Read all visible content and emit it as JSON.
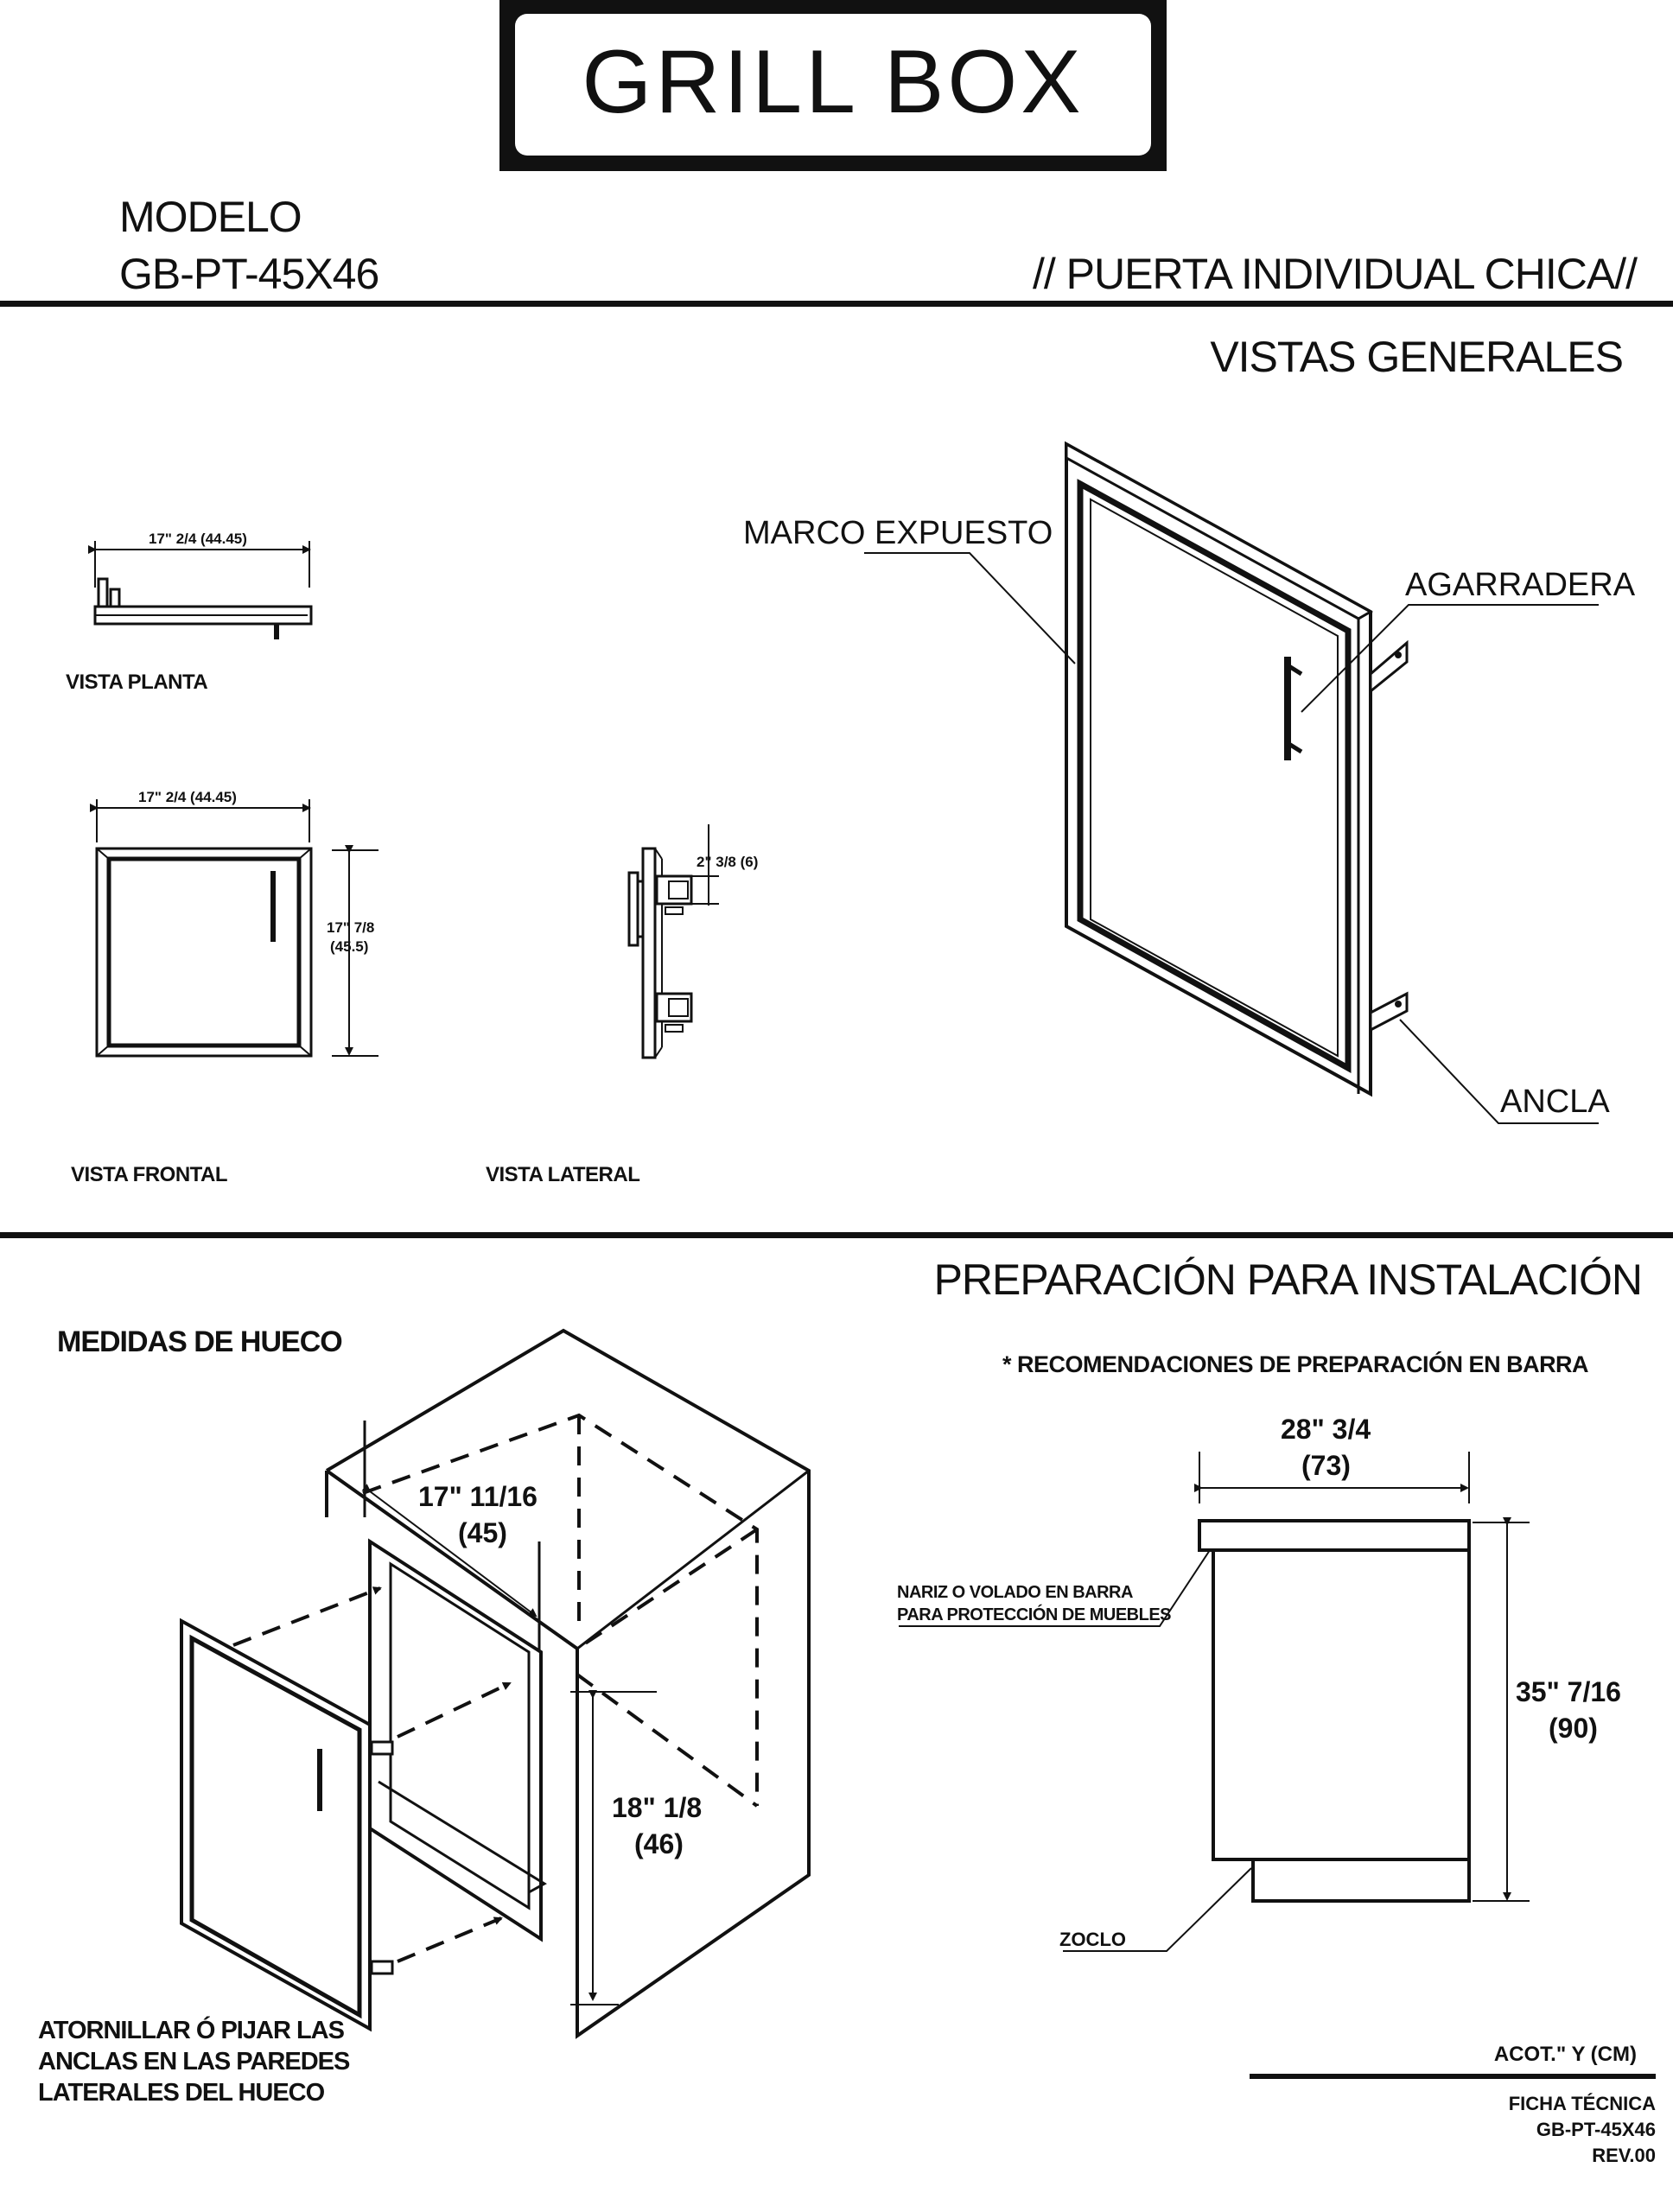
{
  "logo": {
    "text": "GRILL BOX"
  },
  "header": {
    "model_label": "MODELO",
    "model_code": "GB-PT-45X46",
    "product": "// PUERTA INDIVIDUAL CHICA//"
  },
  "views": {
    "section_title": "VISTAS GENERALES",
    "plan": {
      "label": "VISTA PLANTA",
      "width_dim": "17\" 2/4 (44.45)"
    },
    "front": {
      "label": "VISTA FRONTAL",
      "width_dim": "17\" 2/4 (44.45)",
      "height_dim_1": "17\" 7/8",
      "height_dim_2": "(45.5)"
    },
    "side": {
      "label": "VISTA LATERAL",
      "depth_dim": "2\" 3/8 (6)"
    },
    "iso": {
      "frame_label": "MARCO EXPUESTO",
      "handle_label": "AGARRADERA",
      "anchor_label": "ANCLA"
    }
  },
  "install": {
    "section_title": "PREPARACIÓN PARA INSTALACIÓN",
    "opening_title": "MEDIDAS DE HUECO",
    "opening_width_1": "17\" 11/16",
    "opening_width_2": "(45)",
    "opening_height_1": "18\" 1/8",
    "opening_height_2": "(46)",
    "screw_note": [
      "ATORNILLAR Ó PIJAR  LAS",
      "ANCLAS EN LAS PAREDES",
      "LATERALES DEL HUECO"
    ],
    "recommend_title": "* RECOMENDACIONES DE PREPARACIÓN EN BARRA",
    "bar_width_1": "28\" 3/4",
    "bar_width_2": "(73)",
    "bar_height_1": "35\" 7/16",
    "bar_height_2": "(90)",
    "nose_note": [
      "NARIZ O VOLADO EN BARRA",
      "PARA PROTECCIÓN DE MUEBLES"
    ],
    "base_label": "ZOCLO"
  },
  "footer": {
    "units": "ACOT.\" Y (CM)",
    "sheet": "FICHA TÉCNICA",
    "code": "GB-PT-45X46",
    "rev": "REV.00"
  }
}
